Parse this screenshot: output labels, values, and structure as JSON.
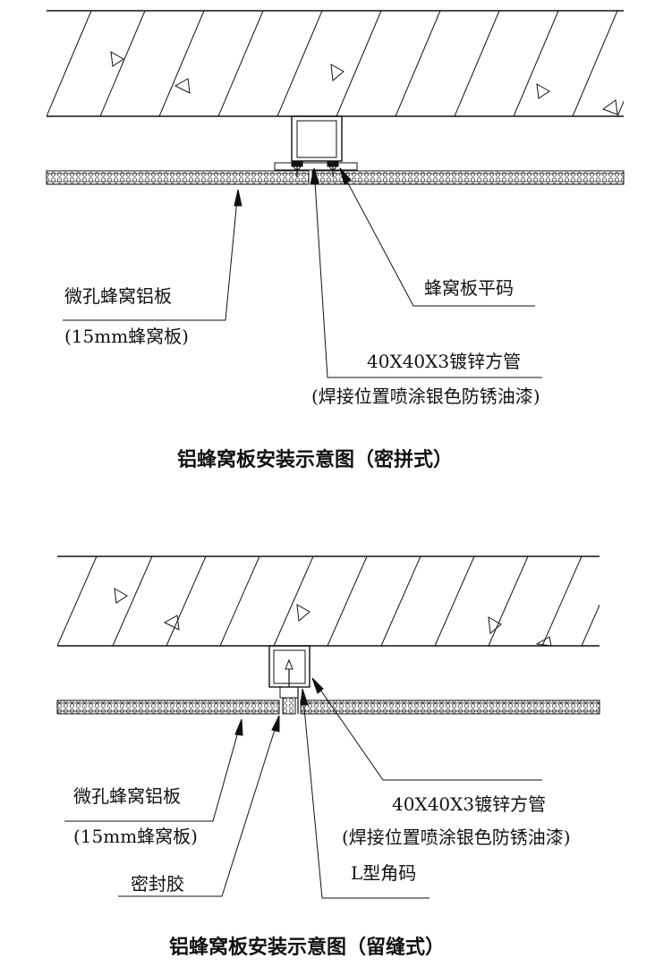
{
  "diagram_top": {
    "title": "铝蜂窝板安装示意图（密拼式）",
    "labels": {
      "panel": "微孔蜂窝铝板",
      "panel_spec": "(15mm蜂窝板)",
      "clip": "蜂窝板平码",
      "tube": "40X40X3镀锌方管",
      "tube_note": "(焊接位置喷涂银色防锈油漆)"
    }
  },
  "diagram_bottom": {
    "title": "铝蜂窝板安装示意图（留缝式）",
    "labels": {
      "panel": "微孔蜂窝铝板",
      "panel_spec": "(15mm蜂窝板)",
      "tube": "40X40X3镀锌方管",
      "tube_note": "(焊接位置喷涂银色防锈油漆)",
      "sealant": "密封胶",
      "angle": "L型角码"
    }
  },
  "colors": {
    "line": "#111111",
    "background": "#ffffff"
  }
}
